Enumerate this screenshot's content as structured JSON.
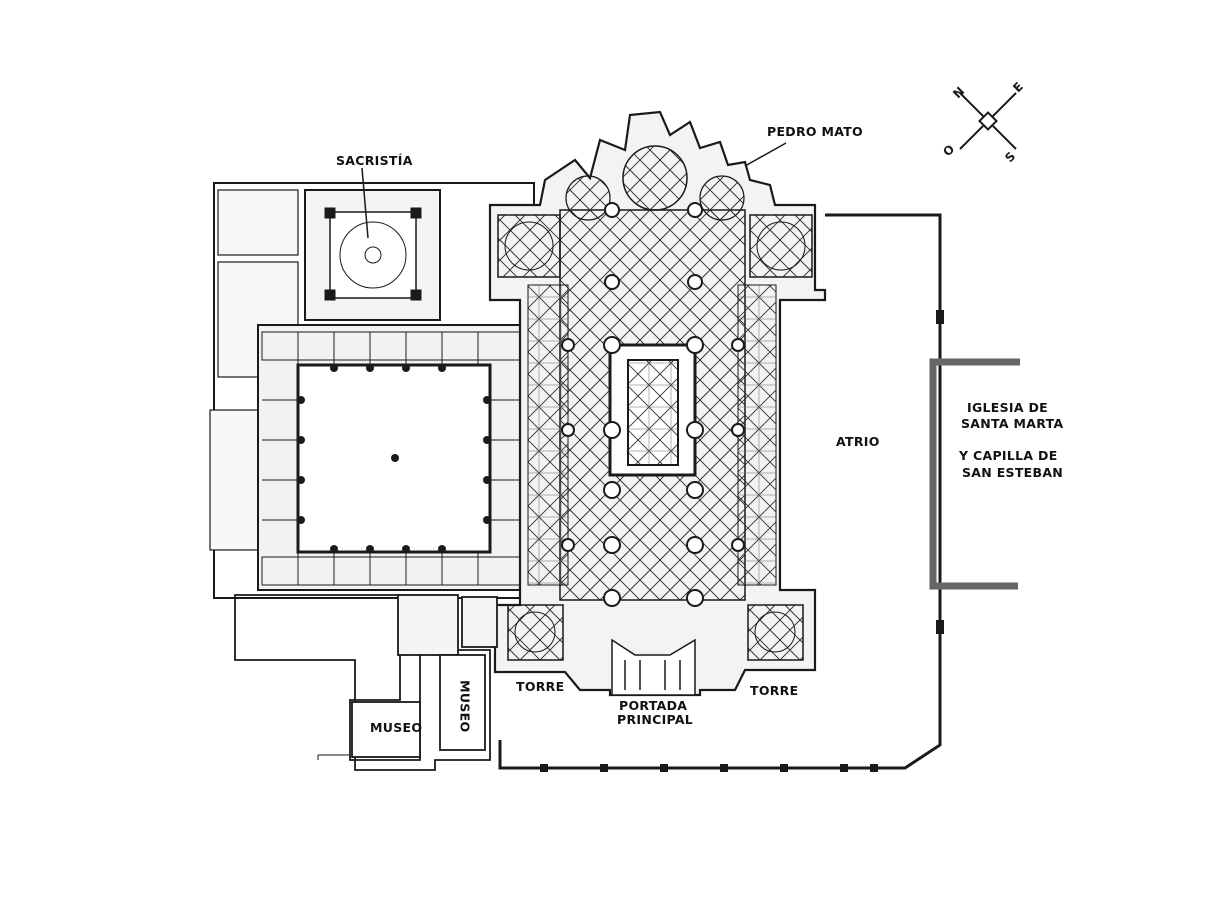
{
  "labels": {
    "sacristia": "SACRISTÍA",
    "pedro_mato": "PEDRO MATO",
    "atrio": "ATRIO",
    "iglesia_line1": "IGLESIA DE",
    "iglesia_line2": "SANTA MARTA",
    "iglesia_line3": "Y CAPILLA DE",
    "iglesia_line4": "SAN ESTEBAN",
    "torre_left": "TORRE",
    "torre_right": "TORRE",
    "portada_line1": "PORTADA",
    "portada_line2": "PRINCIPAL",
    "museo_horizontal": "MUSEO",
    "museo_vertical": "MUSEO"
  },
  "compass": {
    "n": "N",
    "e": "E",
    "s": "S",
    "o": "O"
  },
  "colors": {
    "ink": "#1a1a1a",
    "wall_fill": "#ececec",
    "marker": "#666666"
  }
}
